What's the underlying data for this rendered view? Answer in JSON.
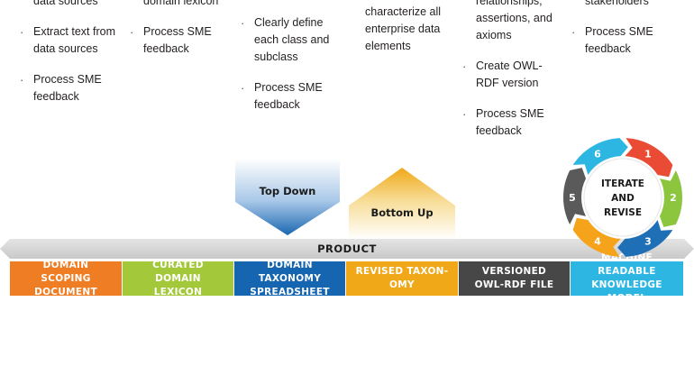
{
  "columns": [
    {
      "items": [
        "data sources",
        "Extract text from data sources",
        "Process SME feedback"
      ],
      "first_has_bullet": false
    },
    {
      "items": [
        "domain lexicon",
        "Process SME feedback"
      ],
      "first_has_bullet": false
    },
    {
      "items": [
        "Clearly define each class and subclass",
        "Process SME feedback"
      ],
      "first_has_bullet": true
    },
    {
      "items": [
        "characterize all enterprise data elements"
      ],
      "first_has_bullet": false
    },
    {
      "items": [
        "relationships, assertions, and axioms",
        "Create OWL-RDF version",
        "Process SME feedback"
      ],
      "first_has_bullet": false
    },
    {
      "items": [
        "stakeholders",
        "Process SME feedback"
      ],
      "first_has_bullet": false
    }
  ],
  "arrows": {
    "top_down": "Top Down",
    "bottom_up": "Bottom Up"
  },
  "product_label": "PRODUCT",
  "products": [
    {
      "line1": "DOMAIN SCOPING",
      "line2": "DOCUMENT",
      "color": "#ee7d23"
    },
    {
      "line1": "CURATED DOMAIN",
      "line2": "LEXICON",
      "color": "#a3c93a"
    },
    {
      "line1": "DOMAIN TAXONOMY",
      "line2": "SPREADSHEET",
      "color": "#1565b0"
    },
    {
      "line1": "REVISED TAXON-",
      "line2": "OMY",
      "color": "#f0a818"
    },
    {
      "line1": "VERSIONED",
      "line2": "OWL-RDF FILE",
      "color": "#474747"
    },
    {
      "line1": "MACHINE READABLE",
      "line2": "KNOWLEDGE MODEL",
      "color": "#2eb6e3"
    }
  ],
  "cycle": {
    "center_line1": "ITERATE",
    "center_line2": "AND",
    "center_line3": "REVISE",
    "steps": [
      "1",
      "2",
      "3",
      "4",
      "5",
      "6"
    ],
    "colors": [
      "#e94b35",
      "#8cc63f",
      "#1f6fb6",
      "#f5a31b",
      "#5a5a5a",
      "#2eb6e3"
    ]
  }
}
